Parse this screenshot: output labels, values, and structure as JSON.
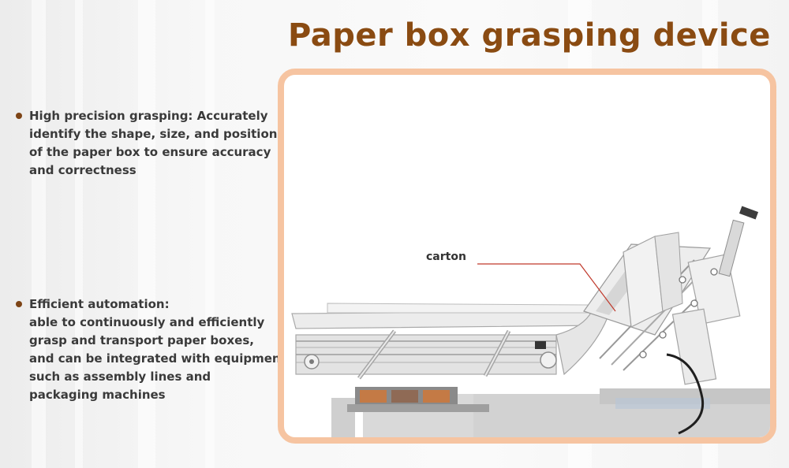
{
  "title": "Paper box grasping device",
  "bullets": [
    {
      "lines": [
        "High precision grasping: Accurately",
        "identify the shape, size, and position",
        "of the paper box to ensure accuracy",
        "and correctness"
      ]
    },
    {
      "lines": [
        "Efficient automation:",
        "able to continuously and efficiently",
        "grasp and transport paper boxes,",
        "and can be integrated with equipment",
        "such as assembly lines and",
        "packaging machines"
      ]
    }
  ],
  "callout": {
    "label": "carton",
    "line_color": "#c0392b"
  },
  "colors": {
    "title": "#8a4b12",
    "bullet_dot": "#7d4416",
    "frame_border": "#f6c4a1",
    "text": "#3a3a3a"
  },
  "icons": [
    "bullet-dot-icon"
  ]
}
